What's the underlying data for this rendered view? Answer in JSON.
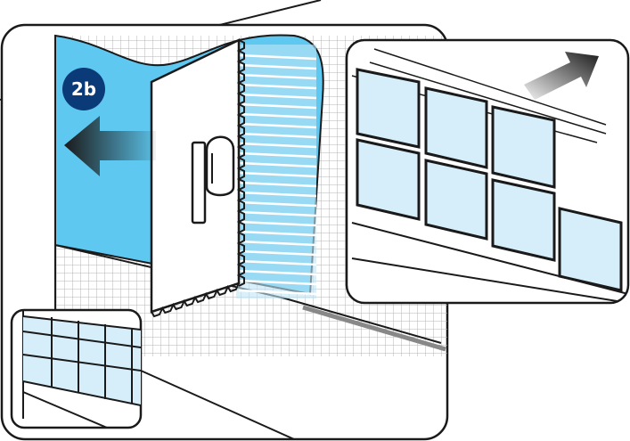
{
  "illustration": {
    "step_label": "2b",
    "colors": {
      "adhesive": "#5ec8f0",
      "adhesive_light": "#bfe6f7",
      "badge": "#0b3a78",
      "tile": "#d6eefa",
      "mesh": "#b5b5b5",
      "outline": "#1a1a1a"
    },
    "icons": [
      "left-arrow-icon",
      "right-arrow-icon",
      "notched-trowel-icon"
    ],
    "panels": [
      "main-scene",
      "tile-placement-inset",
      "finished-tiles-inset"
    ]
  }
}
